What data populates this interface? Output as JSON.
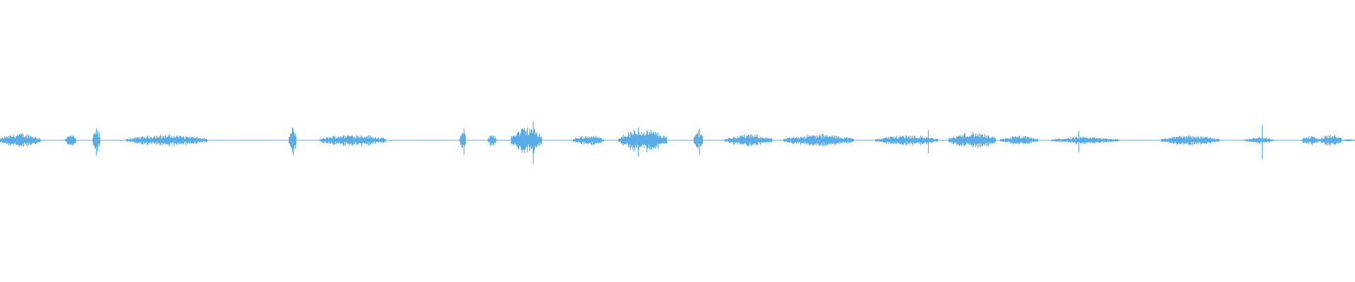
{
  "colors": {
    "background": "#ffffff",
    "waveform": "#5aace6"
  },
  "waveform": {
    "segments": [
      {
        "start": 0.0,
        "end": 0.03,
        "peak": 0.16
      },
      {
        "start": 0.048,
        "end": 0.056,
        "peak": 0.14
      },
      {
        "start": 0.068,
        "end": 0.074,
        "peak": 0.25
      },
      {
        "start": 0.093,
        "end": 0.153,
        "peak": 0.13
      },
      {
        "start": 0.213,
        "end": 0.219,
        "peak": 0.28
      },
      {
        "start": 0.236,
        "end": 0.285,
        "peak": 0.14
      },
      {
        "start": 0.339,
        "end": 0.344,
        "peak": 0.22
      },
      {
        "start": 0.36,
        "end": 0.366,
        "peak": 0.16
      },
      {
        "start": 0.377,
        "end": 0.4,
        "peak": 0.32
      },
      {
        "start": 0.423,
        "end": 0.446,
        "peak": 0.12
      },
      {
        "start": 0.456,
        "end": 0.492,
        "peak": 0.26
      },
      {
        "start": 0.512,
        "end": 0.519,
        "peak": 0.26
      },
      {
        "start": 0.535,
        "end": 0.57,
        "peak": 0.14
      },
      {
        "start": 0.578,
        "end": 0.63,
        "peak": 0.14
      },
      {
        "start": 0.646,
        "end": 0.692,
        "peak": 0.12
      },
      {
        "start": 0.7,
        "end": 0.735,
        "peak": 0.18
      },
      {
        "start": 0.738,
        "end": 0.766,
        "peak": 0.1
      },
      {
        "start": 0.776,
        "end": 0.826,
        "peak": 0.08
      },
      {
        "start": 0.857,
        "end": 0.9,
        "peak": 0.12
      },
      {
        "start": 0.918,
        "end": 0.94,
        "peak": 0.08
      },
      {
        "start": 0.96,
        "end": 0.974,
        "peak": 0.1
      },
      {
        "start": 0.974,
        "end": 0.99,
        "peak": 0.14
      },
      {
        "start": 0.99,
        "end": 1.0,
        "peak": 0.03
      }
    ],
    "spikes": [
      {
        "pos": 0.071,
        "peak": 0.35
      },
      {
        "pos": 0.216,
        "peak": 0.36
      },
      {
        "pos": 0.342,
        "peak": 0.34
      },
      {
        "pos": 0.393,
        "peak": 0.56
      },
      {
        "pos": 0.471,
        "peak": 0.38
      },
      {
        "pos": 0.516,
        "peak": 0.34
      },
      {
        "pos": 0.685,
        "peak": 0.3
      },
      {
        "pos": 0.796,
        "peak": 0.28
      },
      {
        "pos": 0.931,
        "peak": 0.44
      }
    ]
  }
}
